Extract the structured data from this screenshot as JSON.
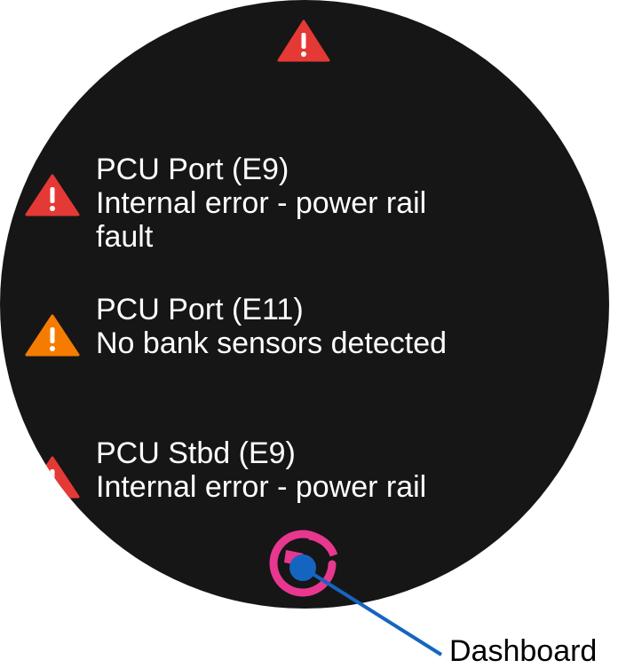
{
  "top_alert": {
    "icon": "warning-icon",
    "color": "#E53935"
  },
  "errors": [
    {
      "title": "PCU Port  (E9)",
      "description": "Internal error - power rail",
      "description_cont": "fault",
      "icon": "warning-icon",
      "severity_color": "#E53935"
    },
    {
      "title": "PCU Port  (E11)",
      "description": "No bank sensors detected",
      "icon": "warning-icon",
      "severity_color": "#F57C00"
    },
    {
      "title": "PCU Stbd  (E9)",
      "description": "Internal error - power rail",
      "icon": "warning-icon",
      "severity_color": "#E53935"
    }
  ],
  "dashboard_button": {
    "icon": "dashboard-logo-icon",
    "color": "#E8378F"
  },
  "callout": {
    "label": "Dashboard",
    "color": "#1565C0"
  }
}
